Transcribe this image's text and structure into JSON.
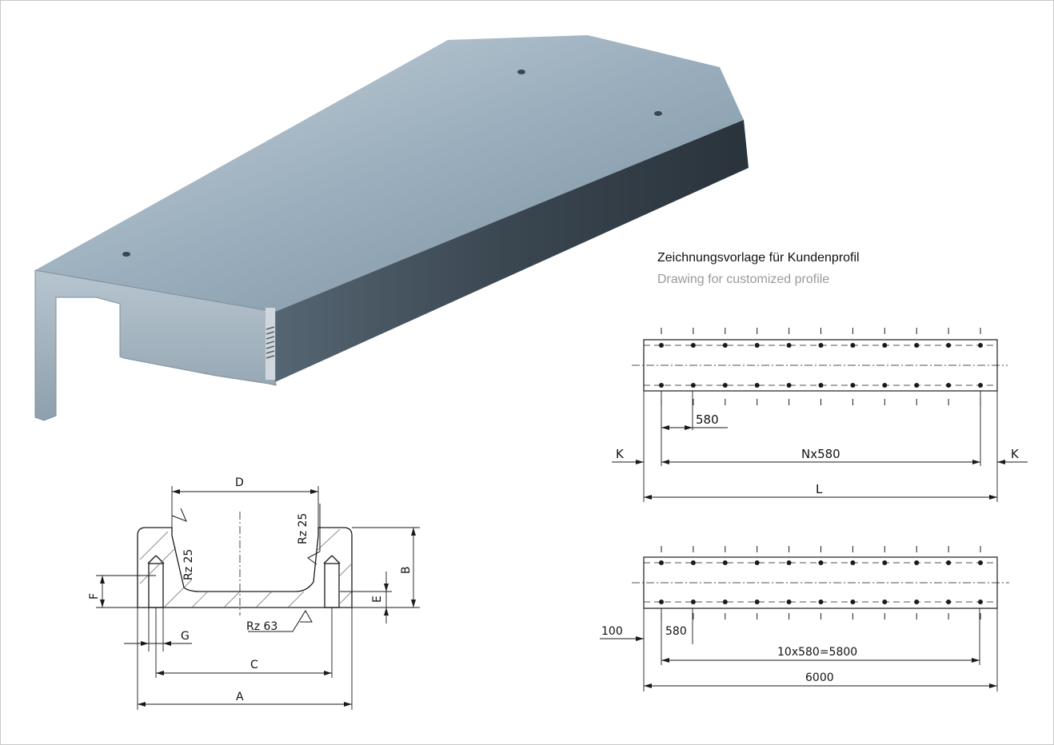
{
  "title_de": "Zeichnungsvorlage für Kundenprofil",
  "title_en": "Drawing for customized profile",
  "section_drawing": {
    "dims": {
      "A": "A",
      "B": "B",
      "C": "C",
      "D": "D",
      "E": "E",
      "F": "F",
      "G": "G"
    },
    "roughness": {
      "left": "Rz 25",
      "right": "Rz 25",
      "bottom": "Rz 63"
    }
  },
  "template_drawing": {
    "pitch": "580",
    "span": "Nx580",
    "length": "L",
    "end_left": "K",
    "end_right": "K"
  },
  "example_drawing": {
    "end": "100",
    "pitch": "580",
    "span": "10x580=5800",
    "length": "6000"
  },
  "colors": {
    "line": "#1a1a1a",
    "rail_top": "#8fa4b4",
    "rail_side": "#3b4752",
    "frame": "#c8c8c8"
  }
}
